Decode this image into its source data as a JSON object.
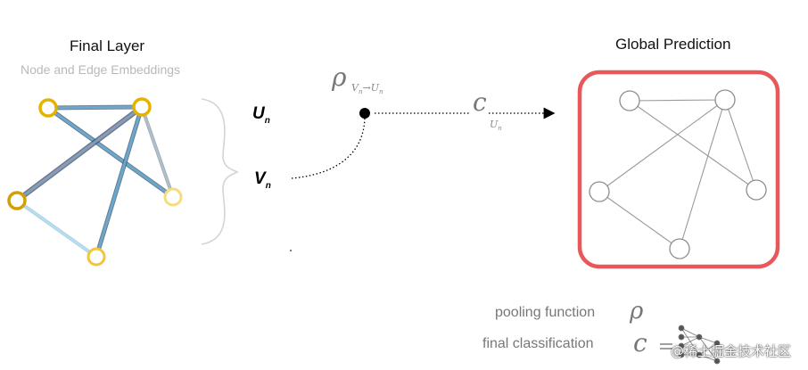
{
  "left": {
    "title": "Final Layer",
    "subtitle": "Node and Edge Embeddings"
  },
  "right": {
    "title": "Global Prediction"
  },
  "symbols": {
    "u_main": "U",
    "u_sub": "n",
    "v_main": "V",
    "v_sub": "n",
    "rho": "ρ",
    "rho_sub_v": "V",
    "rho_sub_v_sub": "n",
    "rho_arrow": "→",
    "rho_sub_u": "U",
    "rho_sub_u_sub": "n",
    "c": "c",
    "c_sub_u": "U",
    "c_sub_u_sub": "n"
  },
  "legend": {
    "pooling_label": "pooling function",
    "pooling_symbol": "ρ",
    "classification_label": "final classification",
    "classification_symbol": "c"
  },
  "watermark": {
    "text": "@稀土掘金技术社区"
  },
  "colors": {
    "node_gold": "#e5b200",
    "node_light": "#f7dc7c",
    "edge_blue": "#6aaed6",
    "edge_dark": "#3a5068",
    "frame_red": "#e8575a"
  }
}
